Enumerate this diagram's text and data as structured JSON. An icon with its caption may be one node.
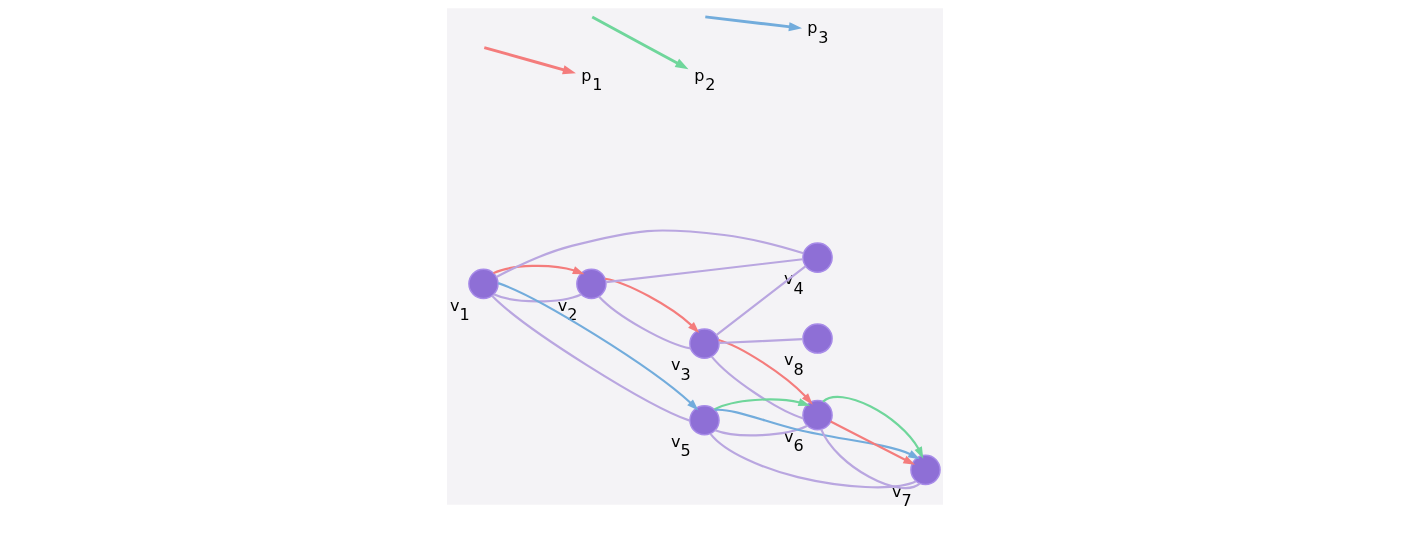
{
  "diagram": {
    "nodes": [
      {
        "text": [],
        "shape": "circle",
        "beside": [
          "v$_{1}$"
        ]
      },
      {
        "text": [],
        "shape": "circle",
        "beside": [
          "v$_{2}$"
        ]
      },
      {
        "text": [],
        "shape": "circle",
        "beside": [
          "v$_{3}$"
        ]
      },
      {
        "text": [],
        "shape": "circle",
        "beside": [
          "v$_{4}$"
        ]
      },
      {
        "text": [],
        "shape": "circle",
        "beside": [
          "v$_{5}$"
        ]
      },
      {
        "text": [],
        "shape": "circle",
        "beside": [
          "v$_{6}$"
        ]
      },
      {
        "text": [],
        "shape": "circle",
        "beside": [
          "v$_{7}$"
        ]
      },
      {
        "text": [],
        "shape": "circle",
        "beside": [
          "v$_{8}$"
        ]
      }
    ],
    "edges": [
      {
        "from": 0,
        "to": 1,
        "arrow": "none"
      },
      {
        "from": 0,
        "to": 3,
        "arrow": "none"
      },
      {
        "from": 0,
        "to": 4,
        "arrow": "none"
      },
      {
        "from": 1,
        "to": 2,
        "arrow": "none"
      },
      {
        "from": 1,
        "to": 3,
        "arrow": "none"
      },
      {
        "from": 2,
        "to": 3,
        "arrow": "none"
      },
      {
        "from": 2,
        "to": 7,
        "arrow": "none"
      },
      {
        "from": 2,
        "to": 5,
        "arrow": "none"
      },
      {
        "from": 4,
        "to": 5,
        "arrow": "none"
      },
      {
        "from": 5,
        "to": 6,
        "arrow": "none"
      },
      {
        "from": 4,
        "to": 6,
        "arrow": "none"
      },
      {
        "from": 0,
        "to": 1,
        "arrow": "to",
        "color": "#f47c7c"
      },
      {
        "from": 1,
        "to": 2,
        "arrow": "to",
        "color": "#f47c7c"
      },
      {
        "from": 2,
        "to": 5,
        "arrow": "to",
        "color": "#f47c7c"
      },
      {
        "from": 5,
        "to": 6,
        "arrow": "to",
        "color": "#f47c7c"
      },
      {
        "from": 4,
        "to": 5,
        "arrow": "to",
        "color": "#6fd69b"
      },
      {
        "from": 5,
        "to": 6,
        "arrow": "to",
        "color": "#6fd69b"
      },
      {
        "from": 0,
        "to": 4,
        "arrow": "to",
        "color": "#72acdc"
      },
      {
        "from": 4,
        "to": 6,
        "arrow": "to",
        "color": "#72acdc"
      }
    ],
    "legend": [
      {
        "text": "p$_{1}$"
      },
      {
        "text": "p$_{2}$"
      },
      {
        "text": "p$_{3}$"
      }
    ]
  }
}
